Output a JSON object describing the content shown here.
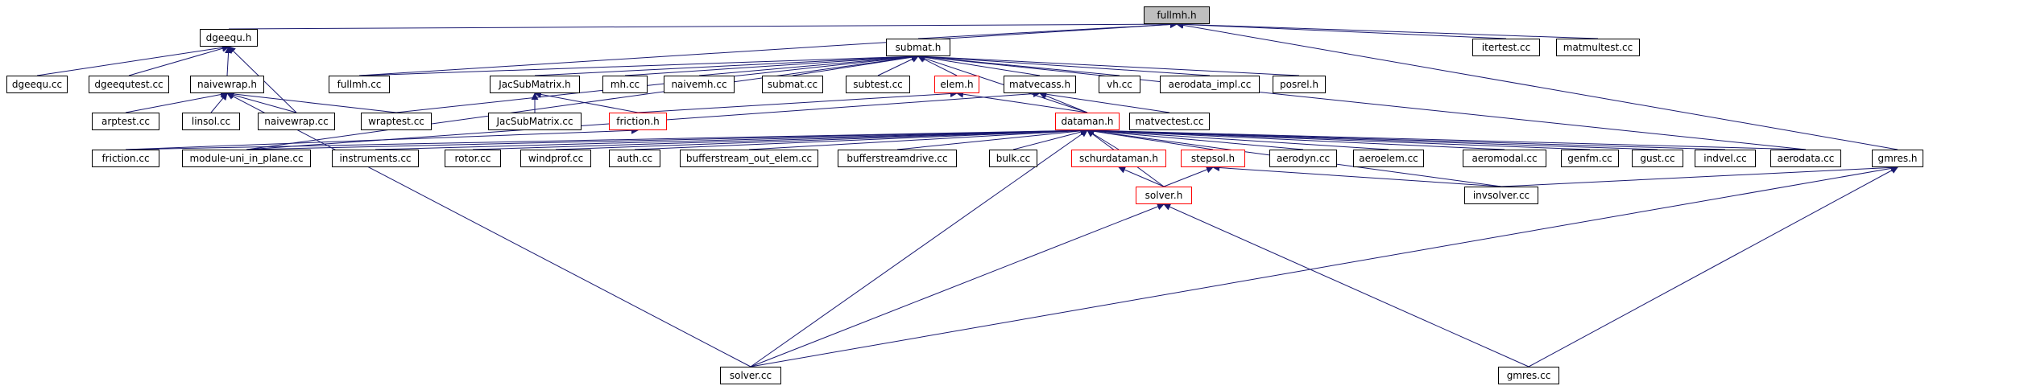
{
  "graph": {
    "edge_color": "#191970",
    "nodes": {
      "fullmh_h": {
        "label": "fullmh.h",
        "style": "root"
      },
      "dgeequ_h": {
        "label": "dgeequ.h",
        "style": "normal"
      },
      "submat_h": {
        "label": "submat.h",
        "style": "normal"
      },
      "itertest_cc": {
        "label": "itertest.cc",
        "style": "normal"
      },
      "matmultest_cc": {
        "label": "matmultest.cc",
        "style": "normal"
      },
      "gmres_h": {
        "label": "gmres.h",
        "style": "normal"
      },
      "dgeequ_cc": {
        "label": "dgeequ.cc",
        "style": "normal"
      },
      "dgeequtest_cc": {
        "label": "dgeequtest.cc",
        "style": "normal"
      },
      "naivewrap_h": {
        "label": "naivewrap.h",
        "style": "normal"
      },
      "fullmh_cc": {
        "label": "fullmh.cc",
        "style": "normal"
      },
      "JacSubMatrix_h": {
        "label": "JacSubMatrix.h",
        "style": "normal"
      },
      "mh_cc": {
        "label": "mh.cc",
        "style": "normal"
      },
      "naivemh_cc": {
        "label": "naivemh.cc",
        "style": "normal"
      },
      "submat_cc": {
        "label": "submat.cc",
        "style": "normal"
      },
      "subtest_cc": {
        "label": "subtest.cc",
        "style": "normal"
      },
      "elem_h": {
        "label": "elem.h",
        "style": "red"
      },
      "matvecass_h": {
        "label": "matvecass.h",
        "style": "normal"
      },
      "vh_cc": {
        "label": "vh.cc",
        "style": "normal"
      },
      "aerodata_impl_cc": {
        "label": "aerodata_impl.cc",
        "style": "normal"
      },
      "posrel_h": {
        "label": "posrel.h",
        "style": "normal"
      },
      "arptest_cc": {
        "label": "arptest.cc",
        "style": "normal"
      },
      "linsol_cc": {
        "label": "linsol.cc",
        "style": "normal"
      },
      "naivewrap_cc": {
        "label": "naivewrap.cc",
        "style": "normal"
      },
      "wraptest_cc": {
        "label": "wraptest.cc",
        "style": "normal"
      },
      "JacSubMatrix_cc": {
        "label": "JacSubMatrix.cc",
        "style": "normal"
      },
      "friction_h": {
        "label": "friction.h",
        "style": "red"
      },
      "dataman_h": {
        "label": "dataman.h",
        "style": "red"
      },
      "matvectest_cc": {
        "label": "matvectest.cc",
        "style": "normal"
      },
      "friction_cc": {
        "label": "friction.cc",
        "style": "normal"
      },
      "module_uni_cc": {
        "label": "module-uni_in_plane.cc",
        "style": "normal"
      },
      "instruments_cc": {
        "label": "instruments.cc",
        "style": "normal"
      },
      "rotor_cc": {
        "label": "rotor.cc",
        "style": "normal"
      },
      "windprof_cc": {
        "label": "windprof.cc",
        "style": "normal"
      },
      "auth_cc": {
        "label": "auth.cc",
        "style": "normal"
      },
      "bso_elem_cc": {
        "label": "bufferstream_out_elem.cc",
        "style": "normal"
      },
      "bsdrive_cc": {
        "label": "bufferstreamdrive.cc",
        "style": "normal"
      },
      "bulk_cc": {
        "label": "bulk.cc",
        "style": "normal"
      },
      "schurdataman_h": {
        "label": "schurdataman.h",
        "style": "red"
      },
      "stepsol_h": {
        "label": "stepsol.h",
        "style": "red"
      },
      "aerodyn_cc": {
        "label": "aerodyn.cc",
        "style": "normal"
      },
      "aeroelem_cc": {
        "label": "aeroelem.cc",
        "style": "normal"
      },
      "aeromodal_cc": {
        "label": "aeromodal.cc",
        "style": "normal"
      },
      "genfm_cc": {
        "label": "genfm.cc",
        "style": "normal"
      },
      "gust_cc": {
        "label": "gust.cc",
        "style": "normal"
      },
      "indvel_cc": {
        "label": "indvel.cc",
        "style": "normal"
      },
      "aerodata_cc": {
        "label": "aerodata.cc",
        "style": "normal"
      },
      "solver_h": {
        "label": "solver.h",
        "style": "red"
      },
      "invsolver_cc": {
        "label": "invsolver.cc",
        "style": "normal"
      },
      "solver_cc": {
        "label": "solver.cc",
        "style": "normal"
      },
      "gmres_cc": {
        "label": "gmres.cc",
        "style": "normal"
      }
    },
    "edges": [
      [
        "dgeequ_h",
        "fullmh_h"
      ],
      [
        "submat_h",
        "fullmh_h"
      ],
      [
        "itertest_cc",
        "fullmh_h"
      ],
      [
        "matmultest_cc",
        "fullmh_h"
      ],
      [
        "gmres_h",
        "fullmh_h"
      ],
      [
        "fullmh_cc",
        "fullmh_h"
      ],
      [
        "dgeequ_cc",
        "dgeequ_h"
      ],
      [
        "dgeequtest_cc",
        "dgeequ_h"
      ],
      [
        "naivewrap_h",
        "dgeequ_h"
      ],
      [
        "naivewrap_cc",
        "dgeequ_h"
      ],
      [
        "fullmh_cc",
        "submat_h"
      ],
      [
        "JacSubMatrix_h",
        "submat_h"
      ],
      [
        "mh_cc",
        "submat_h"
      ],
      [
        "naivemh_cc",
        "submat_h"
      ],
      [
        "submat_cc",
        "submat_h"
      ],
      [
        "subtest_cc",
        "submat_h"
      ],
      [
        "elem_h",
        "submat_h"
      ],
      [
        "matvecass_h",
        "submat_h"
      ],
      [
        "vh_cc",
        "submat_h"
      ],
      [
        "aerodata_impl_cc",
        "submat_h"
      ],
      [
        "posrel_h",
        "submat_h"
      ],
      [
        "wraptest_cc",
        "submat_h"
      ],
      [
        "module_uni_cc",
        "submat_h"
      ],
      [
        "dataman_h",
        "submat_h"
      ],
      [
        "aerodata_cc",
        "submat_h"
      ],
      [
        "arptest_cc",
        "naivewrap_h"
      ],
      [
        "linsol_cc",
        "naivewrap_h"
      ],
      [
        "naivewrap_cc",
        "naivewrap_h"
      ],
      [
        "wraptest_cc",
        "naivewrap_h"
      ],
      [
        "solver_cc",
        "naivewrap_h"
      ],
      [
        "JacSubMatrix_cc",
        "JacSubMatrix_h"
      ],
      [
        "friction_h",
        "JacSubMatrix_h"
      ],
      [
        "friction_h",
        "elem_h"
      ],
      [
        "dataman_h",
        "elem_h"
      ],
      [
        "dataman_h",
        "matvecass_h"
      ],
      [
        "matvectest_cc",
        "matvecass_h"
      ],
      [
        "module_uni_cc",
        "matvecass_h"
      ],
      [
        "friction_cc",
        "friction_h"
      ],
      [
        "friction_cc",
        "dataman_h"
      ],
      [
        "module_uni_cc",
        "dataman_h"
      ],
      [
        "instruments_cc",
        "dataman_h"
      ],
      [
        "rotor_cc",
        "dataman_h"
      ],
      [
        "windprof_cc",
        "dataman_h"
      ],
      [
        "auth_cc",
        "dataman_h"
      ],
      [
        "bso_elem_cc",
        "dataman_h"
      ],
      [
        "bsdrive_cc",
        "dataman_h"
      ],
      [
        "bulk_cc",
        "dataman_h"
      ],
      [
        "schurdataman_h",
        "dataman_h"
      ],
      [
        "stepsol_h",
        "dataman_h"
      ],
      [
        "aerodyn_cc",
        "dataman_h"
      ],
      [
        "aeroelem_cc",
        "dataman_h"
      ],
      [
        "aeromodal_cc",
        "dataman_h"
      ],
      [
        "genfm_cc",
        "dataman_h"
      ],
      [
        "gust_cc",
        "dataman_h"
      ],
      [
        "indvel_cc",
        "dataman_h"
      ],
      [
        "aerodata_cc",
        "dataman_h"
      ],
      [
        "solver_h",
        "dataman_h"
      ],
      [
        "invsolver_cc",
        "dataman_h"
      ],
      [
        "solver_cc",
        "dataman_h"
      ],
      [
        "solver_h",
        "schurdataman_h"
      ],
      [
        "solver_h",
        "stepsol_h"
      ],
      [
        "invsolver_cc",
        "stepsol_h"
      ],
      [
        "solver_cc",
        "solver_h"
      ],
      [
        "gmres_cc",
        "solver_h"
      ],
      [
        "invsolver_cc",
        "gmres_h"
      ],
      [
        "solver_cc",
        "gmres_h"
      ],
      [
        "gmres_cc",
        "gmres_h"
      ]
    ]
  }
}
